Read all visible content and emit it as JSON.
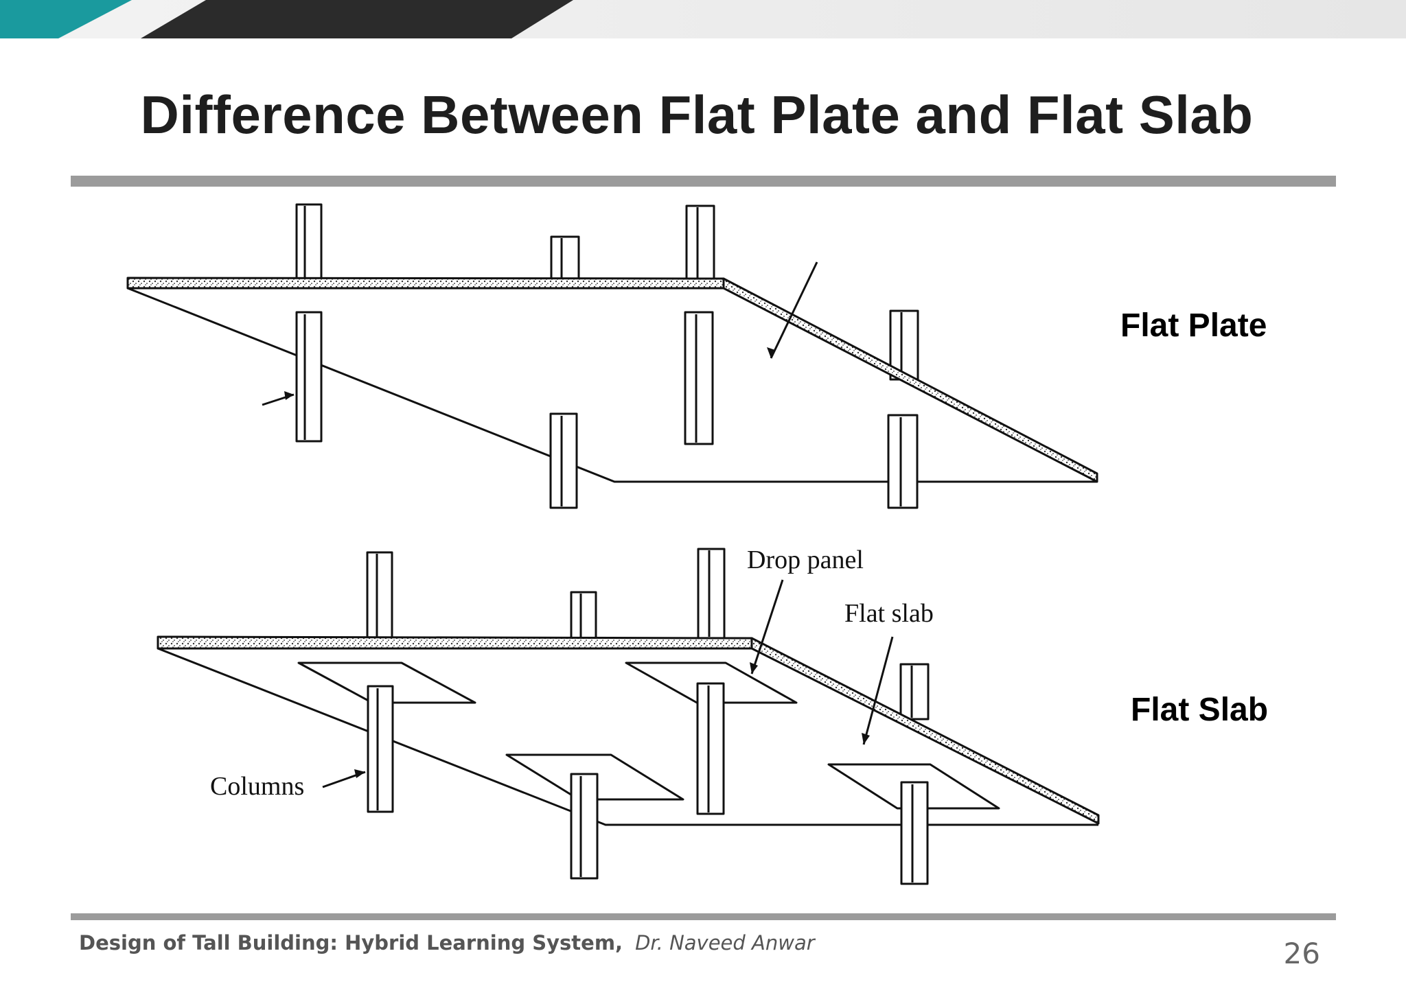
{
  "slide": {
    "title": "Difference Between Flat Plate and Flat Slab",
    "page_number": "26"
  },
  "labels": {
    "flat_plate": "Flat Plate",
    "flat_slab": "Flat Slab"
  },
  "diagram_labels": {
    "drop_panel": "Drop panel",
    "flat_slab": "Flat slab",
    "columns": "Columns"
  },
  "footer": {
    "course": "Design of Tall Building: Hybrid Learning System,",
    "author": "Dr. Naveed Anwar"
  },
  "colors": {
    "teal": "#1a9a9e",
    "dark": "#2b2b2b",
    "rule": "#9b9b9b"
  }
}
